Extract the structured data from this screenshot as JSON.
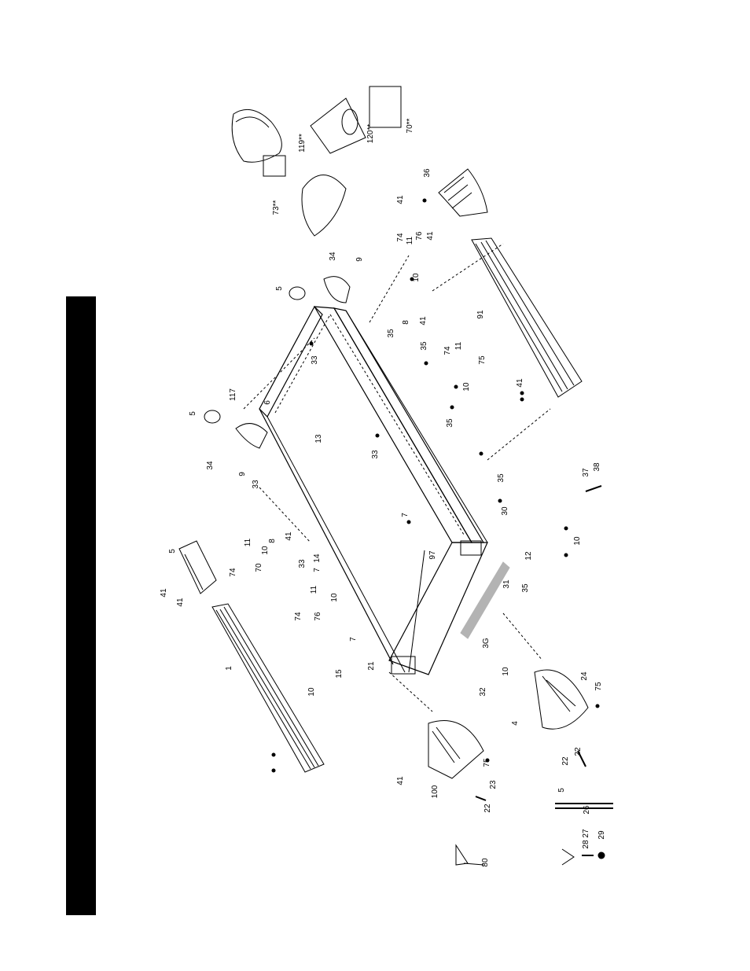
{
  "colors": {
    "ink": "#000000",
    "sidebar": "#000000",
    "shade": "#b3b3b3",
    "paper": "#ffffff"
  },
  "callouts": [
    {
      "text": "119**"
    },
    {
      "text": "120**"
    },
    {
      "text": "70**"
    },
    {
      "text": "73**"
    },
    {
      "text": "36"
    },
    {
      "text": "41"
    },
    {
      "text": "74"
    },
    {
      "text": "11"
    },
    {
      "text": "76"
    },
    {
      "text": "41"
    },
    {
      "text": "10"
    },
    {
      "text": "34"
    },
    {
      "text": "9"
    },
    {
      "text": "5"
    },
    {
      "text": "8"
    },
    {
      "text": "41"
    },
    {
      "text": "35"
    },
    {
      "text": "35"
    },
    {
      "text": "74"
    },
    {
      "text": "11"
    },
    {
      "text": "75"
    },
    {
      "text": "10"
    },
    {
      "text": "33"
    },
    {
      "text": "91"
    },
    {
      "text": "41"
    },
    {
      "text": "117"
    },
    {
      "text": "5"
    },
    {
      "text": "6"
    },
    {
      "text": "13"
    },
    {
      "text": "33"
    },
    {
      "text": "35"
    },
    {
      "text": "34"
    },
    {
      "text": "9"
    },
    {
      "text": "33"
    },
    {
      "text": "35"
    },
    {
      "text": "37"
    },
    {
      "text": "38"
    },
    {
      "text": "7"
    },
    {
      "text": "30"
    },
    {
      "text": "10"
    },
    {
      "text": "12"
    },
    {
      "text": "8"
    },
    {
      "text": "41"
    },
    {
      "text": "5"
    },
    {
      "text": "11"
    },
    {
      "text": "10"
    },
    {
      "text": "74"
    },
    {
      "text": "70"
    },
    {
      "text": "97"
    },
    {
      "text": "33"
    },
    {
      "text": "41"
    },
    {
      "text": "41"
    },
    {
      "text": "7"
    },
    {
      "text": "14"
    },
    {
      "text": "11"
    },
    {
      "text": "10"
    },
    {
      "text": "74"
    },
    {
      "text": "76"
    },
    {
      "text": "31"
    },
    {
      "text": "35"
    },
    {
      "text": "1"
    },
    {
      "text": "7"
    },
    {
      "text": "15"
    },
    {
      "text": "10"
    },
    {
      "text": "21"
    },
    {
      "text": "3G"
    },
    {
      "text": "32"
    },
    {
      "text": "10"
    },
    {
      "text": "24"
    },
    {
      "text": "75"
    },
    {
      "text": "4"
    },
    {
      "text": "22"
    },
    {
      "text": "22"
    },
    {
      "text": "41"
    },
    {
      "text": "75"
    },
    {
      "text": "100"
    },
    {
      "text": "23"
    },
    {
      "text": "22"
    },
    {
      "text": "5"
    },
    {
      "text": "26"
    },
    {
      "text": "27"
    },
    {
      "text": "28"
    },
    {
      "text": "29"
    },
    {
      "text": "80"
    }
  ]
}
